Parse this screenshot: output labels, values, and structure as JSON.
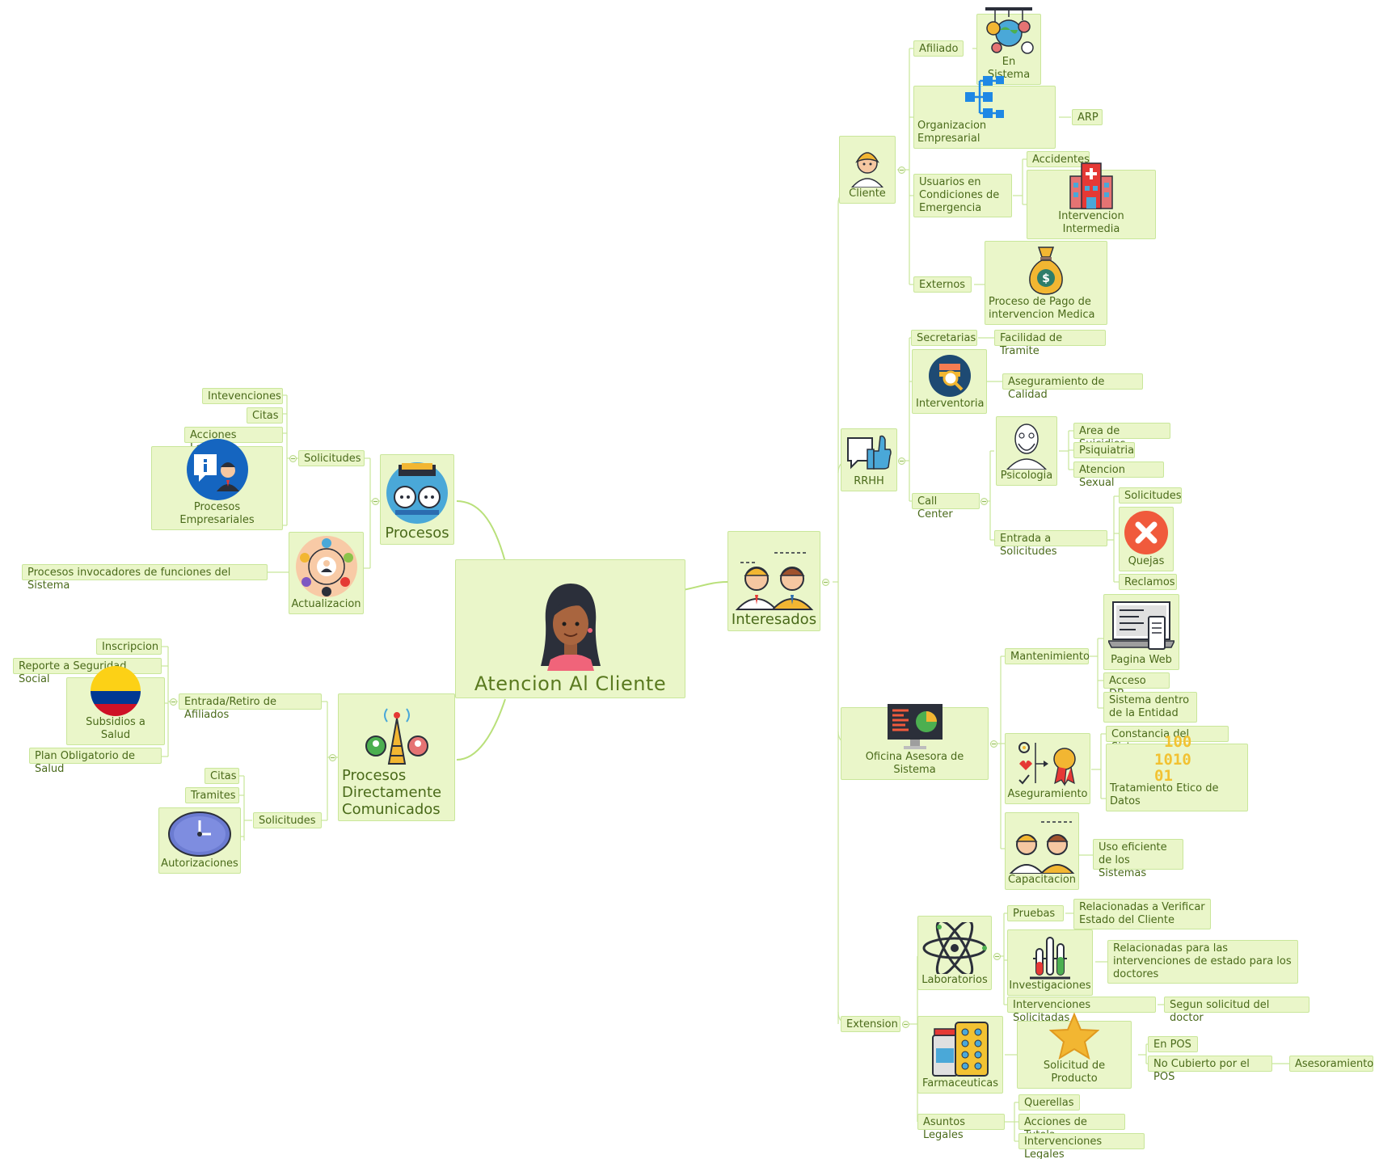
{
  "root": {
    "label": "Atencion Al Cliente"
  },
  "left": {
    "procesos": {
      "label": "Procesos",
      "solicitudes": {
        "label": "Solicitudes",
        "items": [
          "Intevenciones",
          "Citas",
          "Acciones Legales"
        ],
        "procesos_empresariales": "Procesos Empresariales"
      },
      "actualizacion": {
        "label": "Actualizacion",
        "child": "Procesos invocadores de funciones del Sistema"
      }
    },
    "directos": {
      "label": "Procesos\nDirectamente\nComunicados",
      "entrada": {
        "label": "Entrada/Retiro de Afiliados",
        "items": [
          "Inscripcion",
          "Reporte a Seguridad Social",
          "Subsidios a Salud",
          "Plan Obligatorio de Salud"
        ]
      },
      "solicitudes": {
        "label": "Solicitudes",
        "items": [
          "Citas",
          "Tramites",
          "Autorizaciones"
        ]
      }
    }
  },
  "right": {
    "interesados": {
      "label": "Interesados"
    },
    "cliente": {
      "label": "Cliente",
      "afiliado": {
        "label": "Afiliado",
        "child": "En Sistema"
      },
      "organizacion": {
        "label": "Organizacion Empresarial",
        "child": "ARP"
      },
      "usuarios": {
        "label": "Usuarios en\nCondiciones de\nEmergencia",
        "accidentes": "Accidentes",
        "intervencion": "Intervencion Intermedia"
      },
      "externos": {
        "label": "Externos",
        "child": "Proceso de Pago de\nintervencion Medica"
      }
    },
    "rrhh": {
      "label": "RRHH",
      "secretarias": {
        "label": "Secretarias",
        "child": "Facilidad de Tramite"
      },
      "interventoria": {
        "label": "Interventoria",
        "child": "Aseguramiento de Calidad"
      },
      "call_center": {
        "label": "Call Center",
        "psicologia": {
          "label": "Psicologia",
          "items": [
            "Area de Suicidios",
            "Psiquiatria",
            "Atencion Sexual"
          ]
        },
        "entrada": {
          "label": "Entrada a Solicitudes",
          "solicitudes": "Solicitudes",
          "quejas": "Quejas",
          "reclamos": "Reclamos"
        }
      }
    },
    "oficina": {
      "label": "Oficina Asesora de Sistema",
      "mantenimiento": {
        "label": "Mantenimiento",
        "items": [
          "Pagina Web",
          "Acceso DB",
          "Sistema dentro\nde la Entidad"
        ]
      },
      "aseguramiento": {
        "label": "Aseguramiento",
        "items": [
          "Constancia del Sistema",
          "Tratamiento Etico de Datos"
        ]
      },
      "capacitacion": {
        "label": "Capacitacion",
        "child": "Uso eficiente\nde los Sistemas"
      }
    },
    "extension": {
      "label": "Extension",
      "laboratorios": {
        "label": "Laboratorios",
        "pruebas": {
          "label": "Pruebas",
          "child": "Relacionadas a Verificar\nEstado del Cliente"
        },
        "investigaciones": {
          "label": "Investigaciones",
          "child": "Relacionadas para las\nintervenciones de estado para los\ndoctores"
        },
        "intervenciones": {
          "label": "Intervenciones Solicitadas",
          "child": "Segun solicitud del doctor"
        }
      },
      "farmaceuticas": {
        "label": "Farmaceuticas",
        "solicitud": {
          "label": "Solicitud de Producto",
          "en_pos": "En POS",
          "no_cubierto": "No Cubierto por el POS",
          "asesoramiento": "Asesoramiento"
        }
      },
      "asuntos": {
        "label": "Asuntos Legales",
        "items": [
          "Querellas",
          "Acciones de Tutela",
          "Intervenciones Legales"
        ]
      }
    }
  },
  "binary_text": [
    "100",
    "1010",
    "01"
  ],
  "colors": {
    "node_fill": "#eaf6c9",
    "node_border": "#c9e69a",
    "text": "#4a6a1a",
    "connector": "#b9e07a"
  }
}
